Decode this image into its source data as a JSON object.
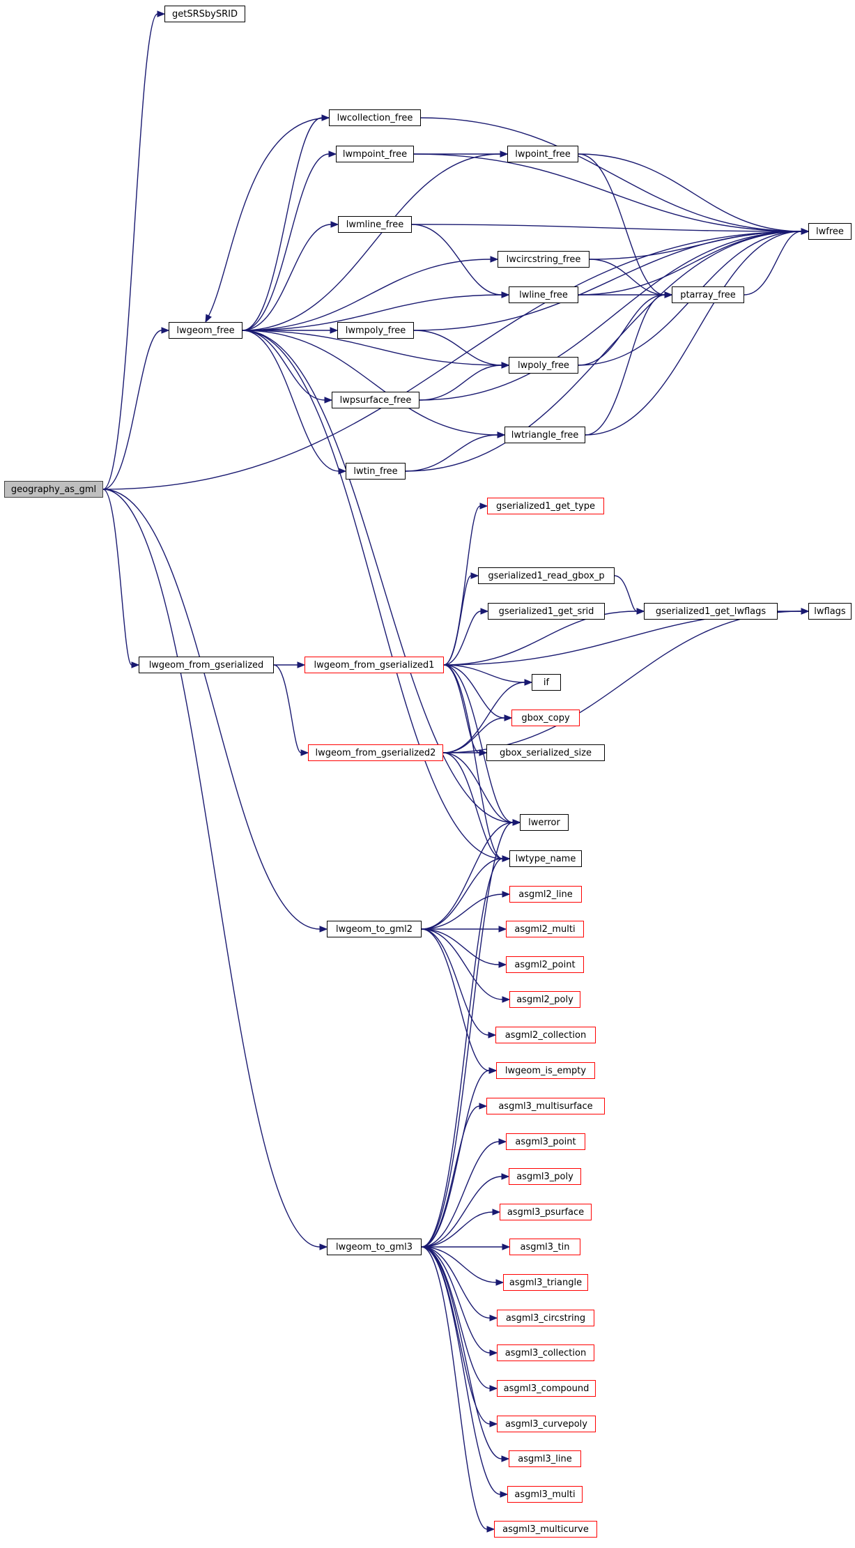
{
  "diagram": {
    "colors": {
      "edge": "#191970",
      "root_fill": "#bfbfbf",
      "node_border": "#000000",
      "red_border": "#ff0000"
    },
    "nodes": {
      "geography_as_gml": {
        "label": "geography_as_gml",
        "style": "root"
      },
      "getSRSbySRID": {
        "label": "getSRSbySRID",
        "style": "normal"
      },
      "lwgeom_free": {
        "label": "lwgeom_free",
        "style": "normal"
      },
      "lwcollection_free": {
        "label": "lwcollection_free",
        "style": "normal"
      },
      "lwmpoint_free": {
        "label": "lwmpoint_free",
        "style": "normal"
      },
      "lwpoint_free": {
        "label": "lwpoint_free",
        "style": "normal"
      },
      "lwmline_free": {
        "label": "lwmline_free",
        "style": "normal"
      },
      "lwcircstring_free": {
        "label": "lwcircstring_free",
        "style": "normal"
      },
      "lwline_free": {
        "label": "lwline_free",
        "style": "normal"
      },
      "ptarray_free": {
        "label": "ptarray_free",
        "style": "normal"
      },
      "lwfree": {
        "label": "lwfree",
        "style": "normal"
      },
      "lwmpoly_free": {
        "label": "lwmpoly_free",
        "style": "normal"
      },
      "lwpoly_free": {
        "label": "lwpoly_free",
        "style": "normal"
      },
      "lwpsurface_free": {
        "label": "lwpsurface_free",
        "style": "normal"
      },
      "lwtriangle_free": {
        "label": "lwtriangle_free",
        "style": "normal"
      },
      "lwtin_free": {
        "label": "lwtin_free",
        "style": "normal"
      },
      "gserialized1_get_type": {
        "label": "gserialized1_get_type",
        "style": "red"
      },
      "gserialized1_read_gbox_p": {
        "label": "gserialized1_read_gbox_p",
        "style": "normal"
      },
      "gserialized1_get_srid": {
        "label": "gserialized1_get_srid",
        "style": "normal"
      },
      "gserialized1_get_lwflags": {
        "label": "gserialized1_get_lwflags",
        "style": "normal"
      },
      "lwflags": {
        "label": "lwflags",
        "style": "normal"
      },
      "lwgeom_from_gserialized": {
        "label": "lwgeom_from_gserialized",
        "style": "normal"
      },
      "lwgeom_from_gserialized1": {
        "label": "lwgeom_from_gserialized1",
        "style": "red"
      },
      "if": {
        "label": "if",
        "style": "normal"
      },
      "gbox_copy": {
        "label": "gbox_copy",
        "style": "red"
      },
      "lwgeom_from_gserialized2": {
        "label": "lwgeom_from_gserialized2",
        "style": "red"
      },
      "gbox_serialized_size": {
        "label": "gbox_serialized_size",
        "style": "normal"
      },
      "lwerror": {
        "label": "lwerror",
        "style": "normal"
      },
      "lwtype_name": {
        "label": "lwtype_name",
        "style": "normal"
      },
      "asgml2_line": {
        "label": "asgml2_line",
        "style": "red"
      },
      "lwgeom_to_gml2": {
        "label": "lwgeom_to_gml2",
        "style": "normal"
      },
      "asgml2_multi": {
        "label": "asgml2_multi",
        "style": "red"
      },
      "asgml2_point": {
        "label": "asgml2_point",
        "style": "red"
      },
      "asgml2_poly": {
        "label": "asgml2_poly",
        "style": "red"
      },
      "asgml2_collection": {
        "label": "asgml2_collection",
        "style": "red"
      },
      "lwgeom_is_empty": {
        "label": "lwgeom_is_empty",
        "style": "red"
      },
      "asgml3_multisurface": {
        "label": "asgml3_multisurface",
        "style": "red"
      },
      "asgml3_point": {
        "label": "asgml3_point",
        "style": "red"
      },
      "asgml3_poly": {
        "label": "asgml3_poly",
        "style": "red"
      },
      "asgml3_psurface": {
        "label": "asgml3_psurface",
        "style": "red"
      },
      "lwgeom_to_gml3": {
        "label": "lwgeom_to_gml3",
        "style": "normal"
      },
      "asgml3_tin": {
        "label": "asgml3_tin",
        "style": "red"
      },
      "asgml3_triangle": {
        "label": "asgml3_triangle",
        "style": "red"
      },
      "asgml3_circstring": {
        "label": "asgml3_circstring",
        "style": "red"
      },
      "asgml3_collection": {
        "label": "asgml3_collection",
        "style": "red"
      },
      "asgml3_compound": {
        "label": "asgml3_compound",
        "style": "red"
      },
      "asgml3_curvepoly": {
        "label": "asgml3_curvepoly",
        "style": "red"
      },
      "asgml3_line": {
        "label": "asgml3_line",
        "style": "red"
      },
      "asgml3_multi": {
        "label": "asgml3_multi",
        "style": "red"
      },
      "asgml3_multicurve": {
        "label": "asgml3_multicurve",
        "style": "red"
      }
    },
    "edges": [
      [
        "geography_as_gml",
        "getSRSbySRID"
      ],
      [
        "geography_as_gml",
        "lwfree"
      ],
      [
        "geography_as_gml",
        "lwgeom_free"
      ],
      [
        "geography_as_gml",
        "lwgeom_from_gserialized"
      ],
      [
        "geography_as_gml",
        "lwgeom_to_gml2"
      ],
      [
        "geography_as_gml",
        "lwgeom_to_gml3"
      ],
      [
        "lwgeom_free",
        "lwcollection_free"
      ],
      [
        "lwgeom_free",
        "lwmpoint_free"
      ],
      [
        "lwgeom_free",
        "lwpoint_free"
      ],
      [
        "lwgeom_free",
        "lwmline_free"
      ],
      [
        "lwgeom_free",
        "lwcircstring_free"
      ],
      [
        "lwgeom_free",
        "lwline_free"
      ],
      [
        "lwgeom_free",
        "lwmpoly_free"
      ],
      [
        "lwgeom_free",
        "lwpoly_free"
      ],
      [
        "lwgeom_free",
        "lwpsurface_free"
      ],
      [
        "lwgeom_free",
        "lwtriangle_free"
      ],
      [
        "lwgeom_free",
        "lwtin_free"
      ],
      [
        "lwgeom_free",
        "lwerror"
      ],
      [
        "lwgeom_free",
        "lwtype_name"
      ],
      [
        "lwcollection_free",
        "lwfree"
      ],
      [
        "lwcollection_free",
        "lwgeom_free"
      ],
      [
        "lwmpoint_free",
        "lwpoint_free"
      ],
      [
        "lwmpoint_free",
        "lwfree"
      ],
      [
        "lwpoint_free",
        "lwfree"
      ],
      [
        "lwpoint_free",
        "ptarray_free"
      ],
      [
        "lwmline_free",
        "lwfree"
      ],
      [
        "lwmline_free",
        "lwline_free"
      ],
      [
        "lwcircstring_free",
        "lwfree"
      ],
      [
        "lwcircstring_free",
        "ptarray_free"
      ],
      [
        "lwline_free",
        "ptarray_free"
      ],
      [
        "lwline_free",
        "lwfree"
      ],
      [
        "ptarray_free",
        "lwfree"
      ],
      [
        "lwmpoly_free",
        "lwfree"
      ],
      [
        "lwmpoly_free",
        "lwpoly_free"
      ],
      [
        "lwpoly_free",
        "ptarray_free"
      ],
      [
        "lwpoly_free",
        "lwfree"
      ],
      [
        "lwpsurface_free",
        "lwpoly_free"
      ],
      [
        "lwpsurface_free",
        "lwfree"
      ],
      [
        "lwtriangle_free",
        "ptarray_free"
      ],
      [
        "lwtriangle_free",
        "lwfree"
      ],
      [
        "lwtin_free",
        "lwtriangle_free"
      ],
      [
        "lwtin_free",
        "lwfree"
      ],
      [
        "lwgeom_from_gserialized",
        "lwgeom_from_gserialized1"
      ],
      [
        "lwgeom_from_gserialized",
        "lwgeom_from_gserialized2"
      ],
      [
        "lwgeom_from_gserialized1",
        "gserialized1_get_type"
      ],
      [
        "lwgeom_from_gserialized1",
        "lwflags"
      ],
      [
        "lwgeom_from_gserialized1",
        "gserialized1_read_gbox_p"
      ],
      [
        "lwgeom_from_gserialized1",
        "gserialized1_get_srid"
      ],
      [
        "lwgeom_from_gserialized1",
        "gserialized1_get_lwflags"
      ],
      [
        "lwgeom_from_gserialized1",
        "if"
      ],
      [
        "lwgeom_from_gserialized1",
        "gbox_copy"
      ],
      [
        "lwgeom_from_gserialized1",
        "gbox_serialized_size"
      ],
      [
        "lwgeom_from_gserialized1",
        "lwerror"
      ],
      [
        "lwgeom_from_gserialized1",
        "lwtype_name"
      ],
      [
        "gserialized1_read_gbox_p",
        "gserialized1_get_lwflags"
      ],
      [
        "gserialized1_get_lwflags",
        "lwflags"
      ],
      [
        "lwgeom_from_gserialized2",
        "if"
      ],
      [
        "lwgeom_from_gserialized2",
        "gbox_copy"
      ],
      [
        "lwgeom_from_gserialized2",
        "gbox_serialized_size"
      ],
      [
        "lwgeom_from_gserialized2",
        "lwflags"
      ],
      [
        "lwgeom_from_gserialized2",
        "lwerror"
      ],
      [
        "lwgeom_from_gserialized2",
        "lwtype_name"
      ],
      [
        "lwgeom_to_gml2",
        "lwerror"
      ],
      [
        "lwgeom_to_gml2",
        "lwtype_name"
      ],
      [
        "lwgeom_to_gml2",
        "asgml2_line"
      ],
      [
        "lwgeom_to_gml2",
        "asgml2_multi"
      ],
      [
        "lwgeom_to_gml2",
        "asgml2_point"
      ],
      [
        "lwgeom_to_gml2",
        "asgml2_poly"
      ],
      [
        "lwgeom_to_gml2",
        "asgml2_collection"
      ],
      [
        "lwgeom_to_gml2",
        "lwgeom_is_empty"
      ],
      [
        "lwgeom_to_gml3",
        "lwerror"
      ],
      [
        "lwgeom_to_gml3",
        "lwtype_name"
      ],
      [
        "lwgeom_to_gml3",
        "lwgeom_is_empty"
      ],
      [
        "lwgeom_to_gml3",
        "asgml3_multisurface"
      ],
      [
        "lwgeom_to_gml3",
        "asgml3_point"
      ],
      [
        "lwgeom_to_gml3",
        "asgml3_poly"
      ],
      [
        "lwgeom_to_gml3",
        "asgml3_psurface"
      ],
      [
        "lwgeom_to_gml3",
        "asgml3_tin"
      ],
      [
        "lwgeom_to_gml3",
        "asgml3_triangle"
      ],
      [
        "lwgeom_to_gml3",
        "asgml3_circstring"
      ],
      [
        "lwgeom_to_gml3",
        "asgml3_collection"
      ],
      [
        "lwgeom_to_gml3",
        "asgml3_compound"
      ],
      [
        "lwgeom_to_gml3",
        "asgml3_curvepoly"
      ],
      [
        "lwgeom_to_gml3",
        "asgml3_line"
      ],
      [
        "lwgeom_to_gml3",
        "asgml3_multi"
      ],
      [
        "lwgeom_to_gml3",
        "asgml3_multicurve"
      ]
    ]
  }
}
